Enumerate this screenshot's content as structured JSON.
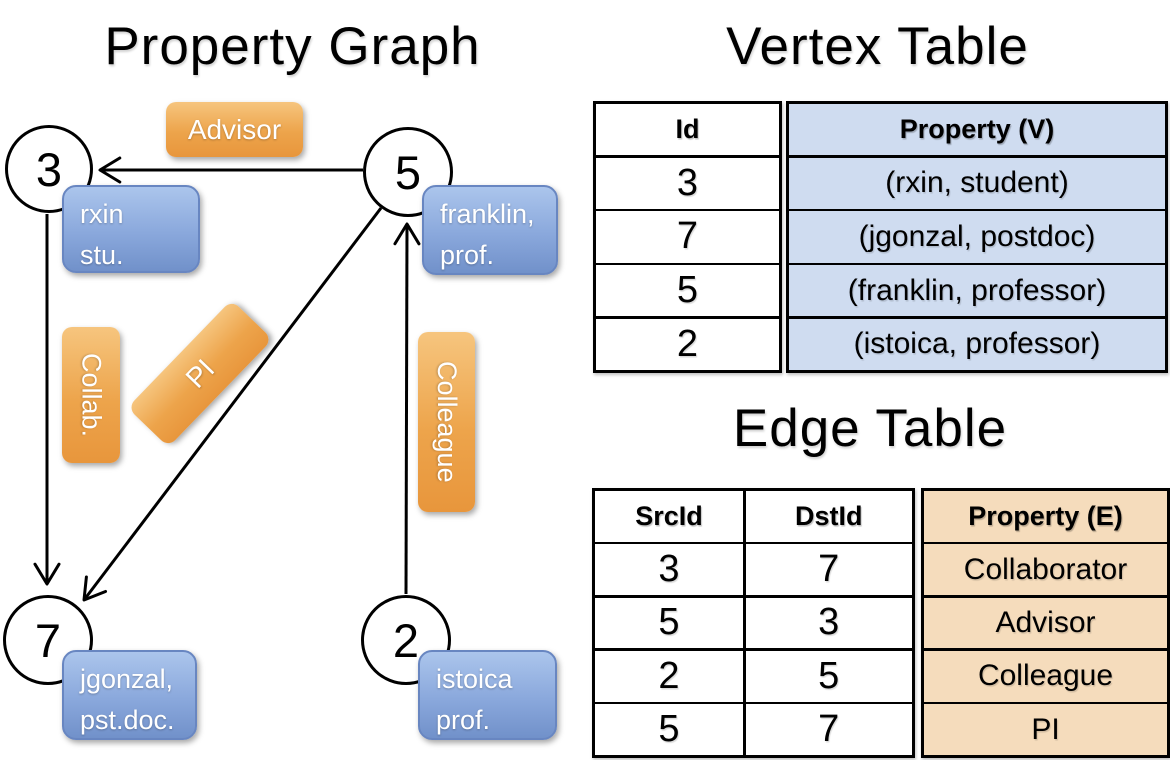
{
  "graph": {
    "title": "Property Graph",
    "vertices": [
      {
        "id": "3",
        "label_lines": [
          "rxin",
          "stu."
        ]
      },
      {
        "id": "5",
        "label_lines": [
          "franklin,",
          "prof."
        ]
      },
      {
        "id": "7",
        "label_lines": [
          "jgonzal,",
          "pst.doc."
        ]
      },
      {
        "id": "2",
        "label_lines": [
          "istoica",
          "prof."
        ]
      }
    ],
    "edge_labels": {
      "advisor": "Advisor",
      "collab": "Collab.",
      "pi": "PI",
      "colleague": "Colleague"
    }
  },
  "vertex_table": {
    "title": "Vertex Table",
    "columns": {
      "id": "Id",
      "property": "Property (V)"
    },
    "rows": [
      {
        "id": "3",
        "property": "(rxin, student)"
      },
      {
        "id": "7",
        "property": "(jgonzal, postdoc)"
      },
      {
        "id": "5",
        "property": "(franklin, professor)"
      },
      {
        "id": "2",
        "property": "(istoica, professor)"
      }
    ]
  },
  "edge_table": {
    "title": "Edge Table",
    "columns": {
      "src": "SrcId",
      "dst": "DstId",
      "property": "Property (E)"
    },
    "rows": [
      {
        "src": "3",
        "dst": "7",
        "property": "Collaborator"
      },
      {
        "src": "5",
        "dst": "3",
        "property": "Advisor"
      },
      {
        "src": "2",
        "dst": "5",
        "property": "Colleague"
      },
      {
        "src": "5",
        "dst": "7",
        "property": "PI"
      }
    ]
  },
  "colors": {
    "orange_pill": "#eda44b",
    "blue_pill": "#8aa8dc",
    "vertex_property_fill": "#cfdcf0",
    "edge_property_fill": "#f5dcbc",
    "edge_stroke": "#000000"
  }
}
